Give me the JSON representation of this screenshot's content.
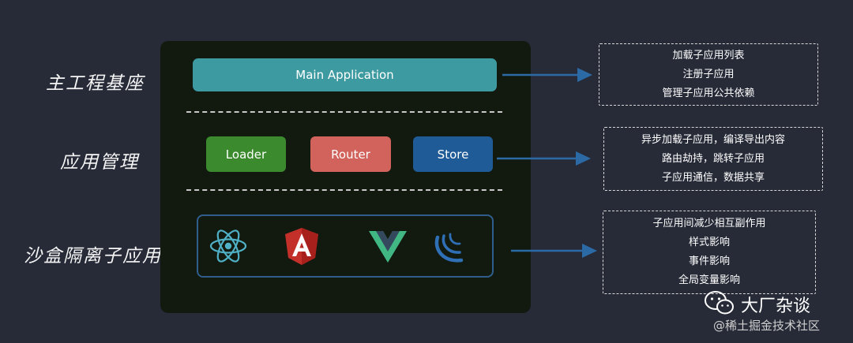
{
  "rows": {
    "main": "主工程基座",
    "manage": "应用管理",
    "sandbox": "沙盒隔离子应用"
  },
  "main_app_label": "Main Application",
  "manage_buttons": [
    {
      "label": "Loader",
      "color": "#3b8b2e"
    },
    {
      "label": "Router",
      "color": "#d2635c"
    },
    {
      "label": "Store",
      "color": "#1f5b97"
    }
  ],
  "sandbox_icons": [
    "react-icon",
    "angular-icon",
    "vue-icon",
    "jquery-icon"
  ],
  "notes": {
    "main": [
      "加载子应用列表",
      "注册子应用",
      "管理子应用公共依赖"
    ],
    "manage": [
      "异步加载子应用，编译导出内容",
      "路由劫持，跳转子应用",
      "子应用通信，数据共享"
    ],
    "sandbox": [
      "子应用间减少相互副作用",
      "样式影响",
      "事件影响",
      "全局变量影响"
    ]
  },
  "watermark": {
    "name": "大厂杂谈",
    "sub": "@稀土掘金技术社区"
  },
  "colors": {
    "background": "#272b38",
    "panel": "#121a10",
    "arrow": "#2c6aa6",
    "main_app": "#3e9aa1"
  }
}
